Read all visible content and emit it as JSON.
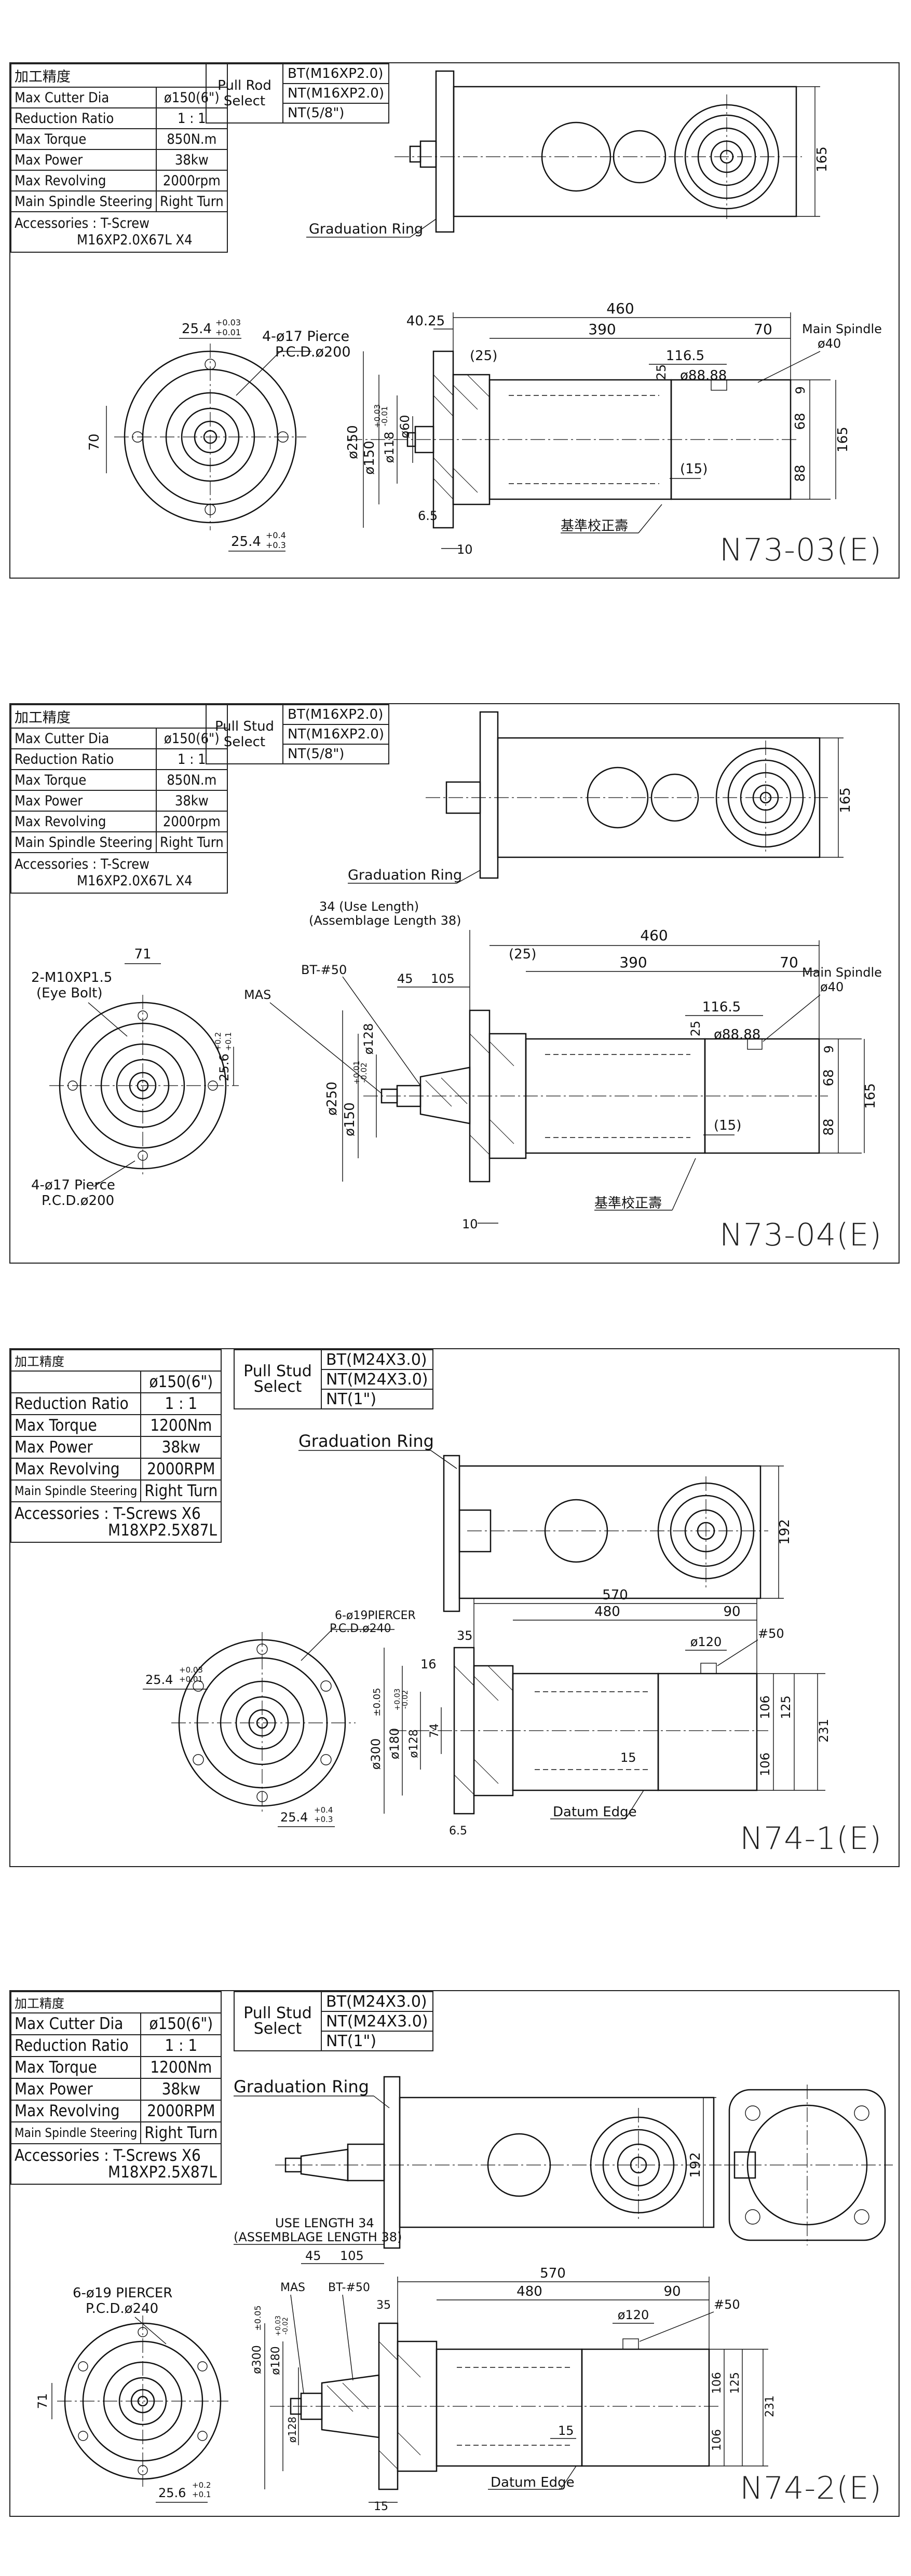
{
  "sheets": [
    {
      "code": "N73-03(E)",
      "spec_title": "加工精度",
      "spec": [
        {
          "k": "Max Cutter Dia",
          "v": "ø150(6\")"
        },
        {
          "k": "Reduction Ratio",
          "v": "1 : 1"
        },
        {
          "k": "Max Torque",
          "v": "850N.m"
        },
        {
          "k": "Max Power",
          "v": "38kw"
        },
        {
          "k": "Max Revolving",
          "v": "2000rpm"
        },
        {
          "k": "Main Spindle Steering",
          "v": "Right Turn"
        }
      ],
      "accessories_1": "Accessories : T-Screw",
      "accessories_2": "M16XP2.0X67L X4",
      "pull_label_1": "Pull Rod",
      "pull_label_2": "Select",
      "pull_options": [
        "BT(M16XP2.0)",
        "NT(M16XP2.0)",
        "NT(5/8\")"
      ],
      "dims": {
        "graduation": "Graduation Ring",
        "d460": "460",
        "d390": "390",
        "d70": "70",
        "d4025": "40.25",
        "d1165": "116.5",
        "d25": "(25)",
        "d2588": "25",
        "d8888": "ø88.88",
        "spindle": "Main Spindle",
        "spindle_d": "ø40",
        "d9": "9",
        "d68": "68",
        "d88": "88",
        "d165": "165",
        "d165top": "165",
        "d250": "ø250",
        "d150": "ø150",
        "tol_top": "+0.03",
        "tol_bot": "-0.01",
        "d118": "ø118",
        "d60": "ø60",
        "d65": "6.5",
        "d10": "10",
        "d15": "(15)",
        "datum": "基準校正壽",
        "pierce": "4-ø17 Pierce",
        "pcd": "P.C.D.ø200",
        "d254a": "25.4",
        "d254a_t1": "+0.03",
        "d254a_t2": "+0.01",
        "d70v": "70",
        "d254b": "25.4",
        "d254b_t1": "+0.4",
        "d254b_t2": "+0.3"
      }
    },
    {
      "code": "N73-04(E)",
      "spec_title": "加工精度",
      "spec": [
        {
          "k": "Max Cutter Dia",
          "v": "ø150(6\")"
        },
        {
          "k": "Reduction Ratio",
          "v": "1 : 1"
        },
        {
          "k": "Max Torque",
          "v": "850N.m"
        },
        {
          "k": "Max Power",
          "v": "38kw"
        },
        {
          "k": "Max Revolving",
          "v": "2000rpm"
        },
        {
          "k": "Main Spindle Steering",
          "v": "Right Turn"
        }
      ],
      "accessories_1": "Accessories : T-Screw",
      "accessories_2": "M16XP2.0X67L X4",
      "pull_label_1": "Pull Stud",
      "pull_label_2": "Select",
      "pull_options": [
        "BT(M16XP2.0)",
        "NT(M16XP2.0)",
        "NT(5/8\")"
      ],
      "dims": {
        "graduation": "Graduation Ring",
        "use_len": "34 (Use Length)",
        "asm_len": "(Assemblage Length 38)",
        "d460": "460",
        "d390": "390",
        "d70": "70",
        "d25": "(25)",
        "d45": "45",
        "d105": "105",
        "bt": "BT-#50",
        "mas": "MAS",
        "d1165": "116.5",
        "d2588": "25",
        "d8888": "ø88.88",
        "spindle": "Main Spindle",
        "spindle_d": "ø40",
        "d9": "9",
        "d68": "68",
        "d88": "88",
        "d165": "165",
        "d165top": "165",
        "d250": "ø250",
        "d150": "ø150",
        "tol_top": "+0.01",
        "tol_bot": "-0.02",
        "d128": "ø128",
        "d10": "10",
        "d15": "(15)",
        "datum": "基準校正壽",
        "eyebolt": "2-M10XP1.5",
        "eyebolt2": "(Eye Bolt)",
        "d71": "71",
        "d256": "25.6",
        "d256_t1": "+0.2",
        "d256_t2": "+0.1",
        "pierce": "4-ø17 Pierce",
        "pcd": "P.C.D.ø200"
      }
    },
    {
      "code": "N74-1(E)",
      "spec_title": "加工精度",
      "spec": [
        {
          "k": "",
          "v": "ø150(6\")"
        },
        {
          "k": "Reduction Ratio",
          "v": "1 : 1"
        },
        {
          "k": "Max Torque",
          "v": "1200Nm"
        },
        {
          "k": "Max Power",
          "v": "38kw"
        },
        {
          "k": "Max Revolving",
          "v": "2000RPM"
        },
        {
          "k": "Main Spindle Steering",
          "v": "Right Turn"
        }
      ],
      "accessories_1": "Accessories : T-Screws X6",
      "accessories_2": "M18XP2.5X87L",
      "pull_label_1": "Pull Stud",
      "pull_label_2": "Select",
      "pull_options": [
        "BT(M24X3.0)",
        "NT(M24X3.0)",
        "NT(1\")"
      ],
      "dims": {
        "graduation": "Graduation Ring",
        "d570": "570",
        "d480": "480",
        "d90": "90",
        "d35": "35",
        "d120": "ø120",
        "d50": "#50",
        "d16": "16",
        "d300": "ø300",
        "tol_a1": "±0.05",
        "d180": "ø180",
        "tol_b1": "+0.03",
        "tol_b2": "-0.02",
        "d128": "ø128",
        "d74": "74",
        "d106a": "106",
        "d125": "125",
        "d106b": "106",
        "d231": "231",
        "d192": "192",
        "d15": "15",
        "d65": "6.5",
        "datum": "Datum Edge",
        "pierce": "6-ø19PIERCER",
        "pcd": "P.C.D.ø240",
        "d254a": "25.4",
        "d254a_t1": "+0.03",
        "d254a_t2": "+0.01",
        "d254b": "25.4",
        "d254b_t1": "+0.4",
        "d254b_t2": "+0.3"
      }
    },
    {
      "code": "N74-2(E)",
      "spec_title": "加工精度",
      "spec": [
        {
          "k": "Max Cutter Dia",
          "v": "ø150(6\")"
        },
        {
          "k": "Reduction Ratio",
          "v": "1 : 1"
        },
        {
          "k": "Max Torque",
          "v": "1200Nm"
        },
        {
          "k": "Max Power",
          "v": "38kw"
        },
        {
          "k": "Max Revolving",
          "v": "2000RPM"
        },
        {
          "k": "Main Spindle Steering",
          "v": "Right Turn"
        }
      ],
      "accessories_1": "Accessories : T-Screws X6",
      "accessories_2": "M18XP2.5X87L",
      "pull_label_1": "Pull Stud",
      "pull_label_2": "Select",
      "pull_options": [
        "BT(M24X3.0)",
        "NT(M24X3.0)",
        "NT(1\")"
      ],
      "dims": {
        "graduation": "Graduation Ring",
        "use_len": "USE LENGTH 34",
        "asm_len": "(ASSEMBLAGE LENGTH 38)",
        "d570": "570",
        "d480": "480",
        "d90": "90",
        "d45": "45",
        "d105": "105",
        "bt": "BT-#50",
        "mas": "MAS",
        "d35": "35",
        "d120": "ø120",
        "d50": "#50",
        "d300": "ø300",
        "tol_a1": "±0.05",
        "d180": "ø180",
        "tol_b1": "+0.03",
        "tol_b2": "-0.02",
        "d128": "ø128",
        "d106a": "106",
        "d125": "125",
        "d106b": "106",
        "d231": "231",
        "d192": "192",
        "d15": "15",
        "d15b": "15",
        "datum": "Datum Edge",
        "pierce": "6-ø19 PIERCER",
        "pcd": "P.C.D.ø240",
        "d71": "71",
        "d256": "25.6",
        "d256_t1": "+0.2",
        "d256_t2": "+0.1"
      }
    }
  ]
}
